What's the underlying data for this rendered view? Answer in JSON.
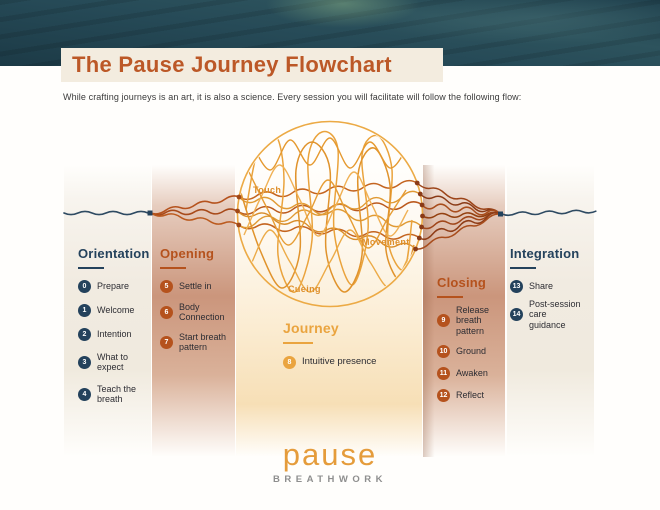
{
  "header": {
    "title": "The Pause Journey Flowchart",
    "subtitle": "While crafting journeys is an art, it is also a science. Every session you will facilitate will follow the following flow:"
  },
  "sections": [
    {
      "id": "orientation",
      "heading": "Orientation",
      "theme": "navy",
      "items": [
        {
          "num": "0",
          "label": "Prepare"
        },
        {
          "num": "1",
          "label": "Welcome"
        },
        {
          "num": "2",
          "label": "Intention"
        },
        {
          "num": "3",
          "label": "What to expect"
        },
        {
          "num": "4",
          "label": "Teach the breath"
        }
      ]
    },
    {
      "id": "opening",
      "heading": "Opening",
      "theme": "rust",
      "items": [
        {
          "num": "5",
          "label": "Settle in"
        },
        {
          "num": "6",
          "label": "Body Connection"
        },
        {
          "num": "7",
          "label": "Start breath pattern"
        }
      ]
    },
    {
      "id": "journey",
      "heading": "Journey",
      "theme": "gold",
      "items": [
        {
          "num": "8",
          "label": "Intuitive presence"
        }
      ]
    },
    {
      "id": "closing",
      "heading": "Closing",
      "theme": "rust",
      "items": [
        {
          "num": "9",
          "label": "Release breath pattern"
        },
        {
          "num": "10",
          "label": "Ground"
        },
        {
          "num": "11",
          "label": "Awaken"
        },
        {
          "num": "12",
          "label": "Reflect"
        }
      ]
    },
    {
      "id": "integration",
      "heading": "Integration",
      "theme": "navy",
      "items": [
        {
          "num": "13",
          "label": "Share"
        },
        {
          "num": "14",
          "label": "Post-session care guidance"
        }
      ]
    }
  ],
  "diagram": {
    "circle_labels": [
      "Touch",
      "Movement",
      "Cueing"
    ]
  },
  "colors": {
    "navy": "#24425c",
    "rust": "#b5521d",
    "gold": "#eaa43f",
    "title": "#bc5827",
    "title_bg": "#f3ecdf",
    "ocean": "#264a57",
    "logo_orange": "#e59c3b",
    "logo_gray": "#8e8e8e"
  },
  "logo": {
    "brand": "pause",
    "tagline": "BREATHWORK"
  }
}
